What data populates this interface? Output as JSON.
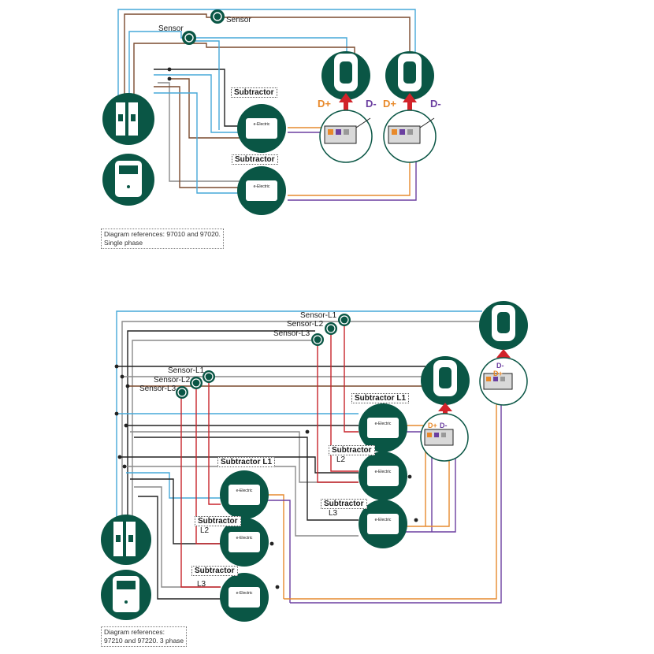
{
  "colors": {
    "node": "#0a5645",
    "wire_blue": "#46a8d8",
    "wire_brown": "#7a4a2e",
    "wire_grey": "#8a8a8a",
    "wire_black": "#222222",
    "wire_red": "#c8242b",
    "wire_orange": "#e68a2e",
    "wire_purple": "#6b3fa0",
    "d_plus": "#e8892a",
    "d_minus": "#6b3fa0",
    "arrow": "#d2232a"
  },
  "single_phase": {
    "sensor_labels": [
      "Sensor",
      "Sensor"
    ],
    "subtractor_labels": [
      "Subtractor",
      "Subtractor"
    ],
    "dplus_label": "D+",
    "dminus_label": "D-",
    "device_text": "e-Electric",
    "reference_line1": "Diagram references: 97010 and 97020.",
    "reference_line2": "Single phase"
  },
  "three_phase": {
    "sensor_group_top": [
      "Sensor-L1",
      "Sensor-L2",
      "Sensor-L3"
    ],
    "sensor_group_left": [
      "Sensor-L1",
      "Sensor-L2",
      "Sensor-L3"
    ],
    "right_subtractors": {
      "l1": "Subtractor L1",
      "l2_head": "Subtractor",
      "l2_tail": "L2",
      "l3_head": "Subtractor",
      "l3_tail": "L3"
    },
    "left_subtractors": {
      "l1": "Subtractor L1",
      "l2_head": "Subtractor",
      "l2_tail": "L2",
      "l3_head": "Subtractor",
      "l3_tail": "L3"
    },
    "dplus_label": "D+",
    "dminus_label": "D-",
    "device_text": "e-Electric",
    "reference_line1": "Diagram references:",
    "reference_line2": "97210 and 97220. 3 phase"
  }
}
